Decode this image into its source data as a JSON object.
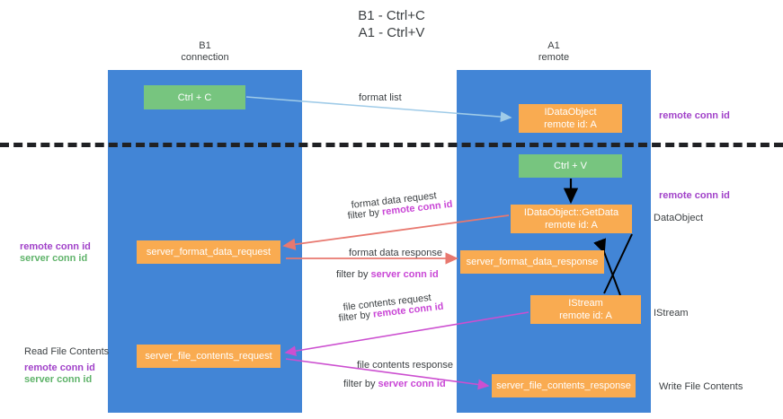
{
  "title": "B1 - Ctrl+C\nA1 - Ctrl+V",
  "columns": [
    {
      "name": "B1",
      "role": "connection",
      "label": "B1\nconnection"
    },
    {
      "name": "A1",
      "role": "remote",
      "label": "A1\nremote"
    }
  ],
  "boxes": {
    "ctrl_c": {
      "label": "Ctrl + C",
      "color": "#77c57f"
    },
    "idataobject": {
      "line1": "IDataObject",
      "line2": "remote id: A",
      "color": "#f9ab51"
    },
    "ctrl_v": {
      "label": "Ctrl + V",
      "color": "#77c57f"
    },
    "getdata": {
      "line1": "IDataObject::GetData",
      "line2": "remote id: A",
      "color": "#f9ab51"
    },
    "server_format_data_request": {
      "label": "server_format_data_request",
      "color": "#f9ab51"
    },
    "server_format_data_response": {
      "label": "server_format_data_response",
      "color": "#f9ab51"
    },
    "istream": {
      "line1": "IStream",
      "line2": "remote id: A",
      "color": "#f9ab51"
    },
    "server_file_contents_request": {
      "label": "server_file_contents_request",
      "color": "#f9ab51"
    },
    "server_file_contents_response": {
      "label": "server_file_contents_response",
      "color": "#f9ab51"
    }
  },
  "arrow_labels": {
    "format_list": "format list",
    "format_data_request": "format data request",
    "format_data_request_filter_prefix": "filter by ",
    "format_data_request_filter_value": "remote conn id",
    "format_data_response": "format data response",
    "format_data_response_filter_prefix": "filter by ",
    "format_data_response_filter_value": "server conn id",
    "file_contents_request": "file contents request",
    "file_contents_request_filter_prefix": "filter by ",
    "file_contents_request_filter_value": "remote conn id",
    "file_contents_response": "file contents response",
    "file_contents_response_filter_prefix": "filter by ",
    "file_contents_response_filter_value": "server conn id"
  },
  "notes": {
    "remote_conn_id_top": "remote conn id",
    "remote_conn_id_mid": "remote conn id",
    "dataobject": "DataObject",
    "istream": "IStream",
    "write_file_contents": "Write File Contents",
    "left_remote_conn_id_1": "remote conn id",
    "left_server_conn_id_1": "server conn id",
    "read_file_contents": "Read File Contents",
    "left_remote_conn_id_2": "remote conn id",
    "left_server_conn_id_2": "server conn id"
  },
  "colors": {
    "lane": "#4285d6",
    "green_box": "#77c57f",
    "orange_box": "#f9ab51",
    "purple_note": "#a142c9",
    "green_note": "#5fb36a",
    "magenta_highlight": "#c946d6",
    "red_arrow": "#e8786f",
    "magenta_arrow": "#cc4fd0",
    "blue_arrow": "#9fcbe8",
    "black_arrow": "#000000",
    "divider": "#202124"
  }
}
